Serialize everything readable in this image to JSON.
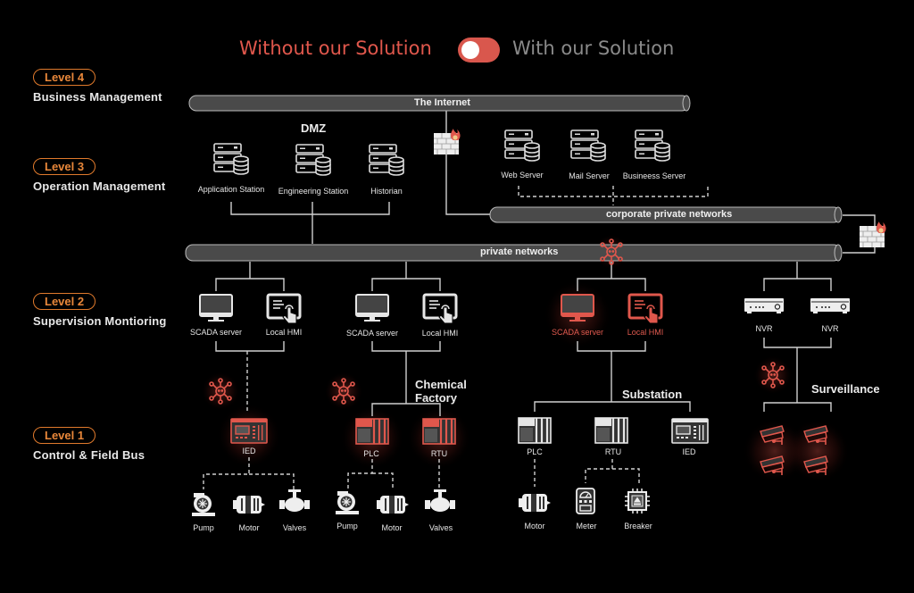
{
  "header": {
    "toggle_left_label": "Without our Solution",
    "toggle_right_label": "With our Solution",
    "toggle_state": "off",
    "colors": {
      "threat": "#e0574c",
      "inactive": "#8a8a8a",
      "level_accent": "#e8873a",
      "pipe_fill": "#4a4a4a"
    }
  },
  "levels": [
    {
      "badge": "Level 4",
      "name": "Business Management"
    },
    {
      "badge": "Level 3",
      "name": "Operation Management"
    },
    {
      "badge": "Level 2",
      "name": "Supervision Montioring"
    },
    {
      "badge": "Level 1",
      "name": "Control & Field Bus"
    }
  ],
  "networks": {
    "internet": "The Internet",
    "corporate": "corporate private networks",
    "private": "private networks"
  },
  "dmz": {
    "title": "DMZ",
    "nodes": [
      {
        "label": "Application Station",
        "icon": "server-database-icon"
      },
      {
        "label": "Engineering Station",
        "icon": "server-database-icon"
      },
      {
        "label": "Historian",
        "icon": "server-database-icon"
      }
    ]
  },
  "corporate_servers": [
    {
      "label": "Web Server",
      "icon": "server-database-icon"
    },
    {
      "label": "Mail Server",
      "icon": "server-database-icon"
    },
    {
      "label": "Busineess Server",
      "icon": "server-database-icon"
    }
  ],
  "firewalls": [
    {
      "icon": "firewall-icon",
      "location": "internet-to-corporate"
    },
    {
      "icon": "firewall-icon",
      "location": "corporate-to-private"
    }
  ],
  "supervision": {
    "groups": [
      {
        "nodes": [
          {
            "label": "SCADA server",
            "icon": "monitor-icon"
          },
          {
            "label": "Local HMI",
            "icon": "touch-screen-icon"
          }
        ],
        "compromised": false
      },
      {
        "nodes": [
          {
            "label": "SCADA server",
            "icon": "monitor-icon"
          },
          {
            "label": "Local HMI",
            "icon": "touch-screen-icon"
          }
        ],
        "compromised": false
      },
      {
        "nodes": [
          {
            "label": "SCADA server",
            "icon": "monitor-icon"
          },
          {
            "label": "Local HMI",
            "icon": "touch-screen-icon"
          }
        ],
        "compromised": true
      },
      {
        "nodes": [
          {
            "label": "NVR",
            "icon": "nvr-icon"
          },
          {
            "label": "NVR",
            "icon": "nvr-icon"
          }
        ],
        "compromised": false
      }
    ]
  },
  "field": {
    "zones": {
      "chemical_factory": "Chemical\nFactory",
      "chemical_factory_line1": "Chemical",
      "chemical_factory_line2": "Factory",
      "substation": "Substation",
      "surveillance": "Surveillance"
    },
    "group1": {
      "controllers": [
        {
          "label": "IED",
          "compromised": true
        }
      ],
      "devices": [
        {
          "label": "Pump"
        },
        {
          "label": "Motor"
        },
        {
          "label": "Valves"
        }
      ]
    },
    "group2": {
      "controllers": [
        {
          "label": "PLC",
          "compromised": true
        },
        {
          "label": "RTU",
          "compromised": true
        }
      ],
      "devices": [
        {
          "label": "Pump"
        },
        {
          "label": "Motor"
        },
        {
          "label": "Valves"
        }
      ]
    },
    "group3": {
      "controllers": [
        {
          "label": "PLC",
          "compromised": false
        },
        {
          "label": "RTU",
          "compromised": false
        },
        {
          "label": "IED",
          "compromised": false
        }
      ],
      "devices": [
        {
          "label": "Motor"
        },
        {
          "label": "Meter"
        },
        {
          "label": "Breaker"
        }
      ]
    },
    "group4": {
      "cameras": 4,
      "compromised": true
    }
  },
  "threats": [
    {
      "icon": "virus-icon",
      "location": "private-network"
    },
    {
      "icon": "virus-icon",
      "location": "ied-link"
    },
    {
      "icon": "virus-icon",
      "location": "chemical-factory"
    },
    {
      "icon": "virus-icon",
      "location": "surveillance"
    }
  ]
}
